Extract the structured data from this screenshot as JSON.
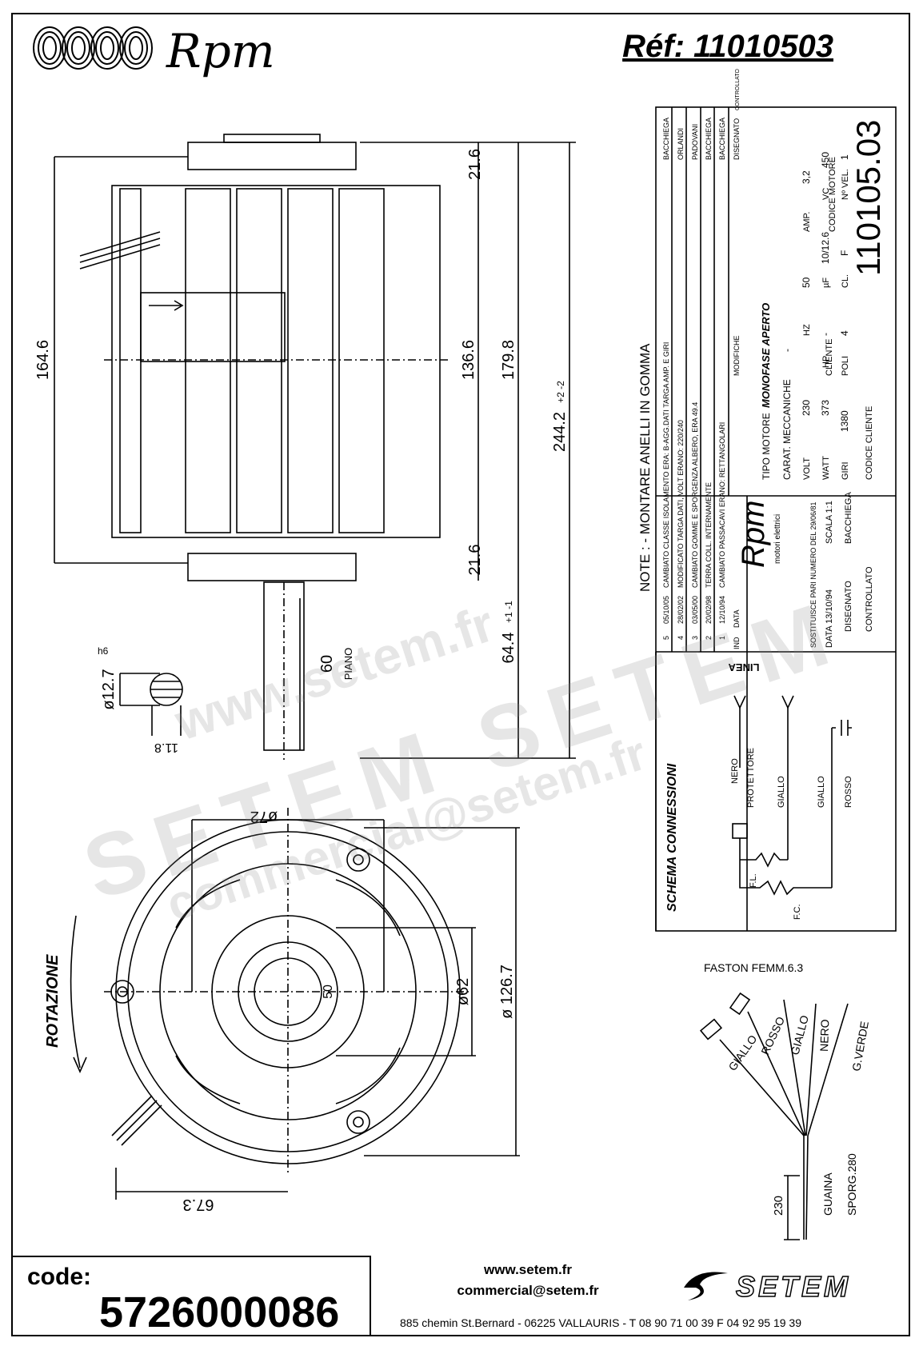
{
  "header": {
    "brand": "Rpm",
    "reference": "Réf: 11010503"
  },
  "drawing": {
    "dims": {
      "d21_6_top": "21.6",
      "d164_6": "164.6",
      "d136_6": "136.6",
      "d179_8": "179.8",
      "d244_2": "244.2",
      "tol_244": "+2 -2",
      "d21_6_bot": "21.6",
      "d64_4": "64.4",
      "tol_64": "+1 -1",
      "d60": "60",
      "piano": "PIANO",
      "shaft_dia": "ø12.7",
      "shaft_tol": "h6",
      "flat": "11.8",
      "d72": "ø72",
      "d50": "50",
      "d62": "ø62",
      "d126_7": "ø 126.7",
      "d67_3": "67.3",
      "rotation": "ROTAZIONE"
    },
    "notes": "NOTE : - MONTARE ANELLI IN GOMMA",
    "revisions": [
      {
        "n": "5",
        "date": "05/10/05",
        "text": "CAMBIATO CLASSE ISOLAMENTO ERA: B-AGG.DATI TARGA AMP. E GIRI",
        "by": "BACCHIEGA"
      },
      {
        "n": "4",
        "date": "28/02/02",
        "text": "MODIFICATO TARGA DATI, VOLT ERANO: 220/240",
        "by": "ORLANDI"
      },
      {
        "n": "3",
        "date": "03/05/00",
        "text": "CAMBIATO GOMME E SPORGENZA ALBERO, ERA 49.4",
        "by": "PADOVANI"
      },
      {
        "n": "2",
        "date": "20/02/98",
        "text": "TERRA COLL. INTERNAMENTE",
        "by": "BACCHIEGA"
      },
      {
        "n": "1",
        "date": "12/10/94",
        "text": "CAMBIATO PASSACAVI ERANO: RETTANGOLARI",
        "by": "BACCHIEGA"
      }
    ],
    "rev_header": {
      "ind": "IND",
      "data": "DATA",
      "modifiche": "MODIFICHE",
      "disegnato": "DISEGNATO",
      "controllato": "CONTROLLATO"
    },
    "title_block": {
      "company": "Rpm",
      "company_sub": "motori elettrici",
      "replaces": "SOSTITUISCE PARI NUMERO DEL 29/06/81",
      "date": "DATA 13/10/94",
      "scale": "SCALA 1:1",
      "designed_label": "DISEGNATO",
      "designed_by": "BACCHIEGA",
      "checked_label": "CONTROLLATO",
      "motor_type_label": "TIPO MOTORE",
      "motor_type": "MONOFASE APERTO",
      "mech_label": "CARAT. MECCANICHE",
      "mech_value": "-",
      "specs": [
        {
          "label": "VOLT",
          "value": "230"
        },
        {
          "label": "HZ",
          "value": "50"
        },
        {
          "label": "AMP.",
          "value": "3,2"
        },
        {
          "label": "WATT",
          "value": "373"
        },
        {
          "label": "HP",
          "value": "-"
        },
        {
          "label": "µF",
          "value": "10/12.6"
        },
        {
          "label": "VC",
          "value": "450"
        },
        {
          "label": "GIRI",
          "value": "1380"
        },
        {
          "label": "POLI",
          "value": "4"
        },
        {
          "label": "CL.",
          "value": "F"
        },
        {
          "label": "Nº VEL.",
          "value": "1"
        }
      ],
      "client_label": "CLIENTE",
      "client_code_label": "CODICE CLIENTE",
      "motor_code_label": "CODICE MOTORE",
      "motor_code": "110105.03"
    },
    "schema": {
      "title": "SCHEMA CONNESSIONI",
      "linea": "LINEA",
      "nero": "NERO",
      "protettore": "PROTETTORE",
      "giallo1": "GIALLO",
      "giallo2": "GIALLO",
      "rosso": "ROSSO",
      "fl": "F.L.",
      "fc": "F.C."
    },
    "leads": {
      "title": "FASTON FEMM.6.3",
      "wires": [
        "GIALLO",
        "ROSSO",
        "GIALLO",
        "NERO",
        "G.VERDE"
      ],
      "d230": "230",
      "guaina": "GUAINA",
      "sporg": "SPORG.280"
    }
  },
  "watermarks": [
    "www.setem.fr",
    "SETEM SETEM",
    "commercial@setem.fr"
  ],
  "footer": {
    "code_label": "code:",
    "code_value": "5726000086",
    "website": "www.setem.fr",
    "email": "commercial@setem.fr",
    "address": "885 chemin St.Bernard  -  06225 VALLAURIS  -  T 08 90 71 00 39   F 04 92 95 19 39",
    "logo": "SETEM"
  }
}
